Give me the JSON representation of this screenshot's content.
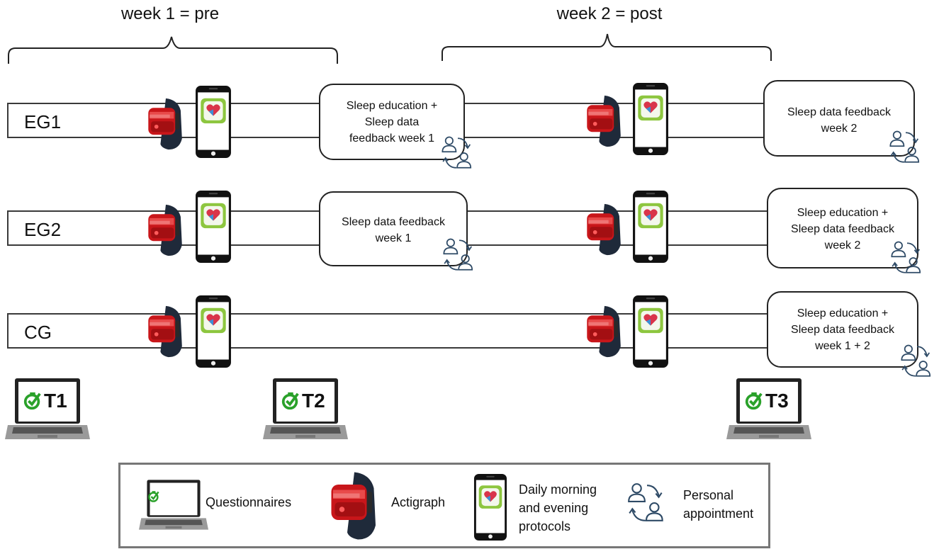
{
  "phases": [
    {
      "label": "week 1 = pre"
    },
    {
      "label": "week 2 = post"
    }
  ],
  "groups": [
    {
      "label": "EG1",
      "session_pre": "Sleep education +\nSleep data\nfeedback week 1",
      "session_post": "Sleep data feedback\nweek 2"
    },
    {
      "label": "EG2",
      "session_pre": "Sleep data feedback\nweek 1",
      "session_post": "Sleep education +\nSleep data feedback\nweek 2"
    },
    {
      "label": "CG",
      "session_pre": "",
      "session_post": "Sleep education +\nSleep data feedback\nweek 1 + 2"
    }
  ],
  "timepoints": [
    {
      "label": "T1"
    },
    {
      "label": "T2"
    },
    {
      "label": "T3"
    }
  ],
  "legend": {
    "questionnaires": "Questionnaires",
    "actigraph": "Actigraph",
    "protocols": "Daily morning\nand evening\nprotocols",
    "appointment": "Personal\nappointment"
  },
  "icons": [
    "laptop-icon",
    "actigraph-watch-icon",
    "smartphone-app-icon",
    "personal-appointment-icon",
    "clock-check-icon"
  ],
  "colors": {
    "watch": "#d11a1a",
    "app_green": "#8dc63f",
    "heart": "#d9344a",
    "appointment": "#2e4a66",
    "check": "#2aa12a"
  }
}
